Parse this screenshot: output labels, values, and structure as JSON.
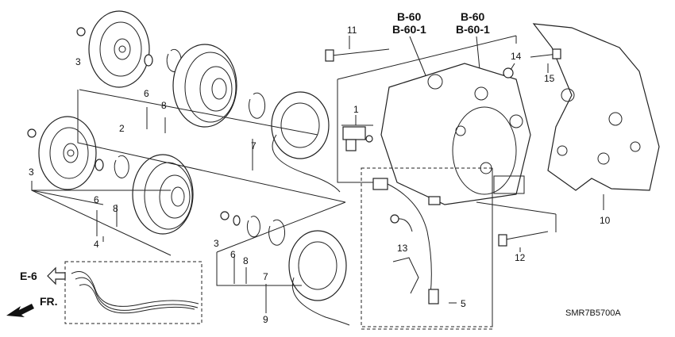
{
  "refs": {
    "b60_left": "B-60",
    "b601_left": "B-60-1",
    "b60_right": "B-60",
    "b601_right": "B-60-1",
    "e6": "E-6",
    "fr": "FR."
  },
  "diagram_code": "SMR7B5700A",
  "callouts": {
    "c1": "1",
    "c2": "2",
    "c3a": "3",
    "c3b": "3",
    "c3c": "3",
    "c4": "4",
    "c5": "5",
    "c6a": "6",
    "c6b": "6",
    "c6c": "6",
    "c7a": "7",
    "c7b": "7",
    "c8a": "8",
    "c8b": "8",
    "c8c": "8",
    "c9": "9",
    "c10": "10",
    "c11": "11",
    "c12": "12",
    "c13": "13",
    "c14": "14",
    "c15": "15"
  }
}
